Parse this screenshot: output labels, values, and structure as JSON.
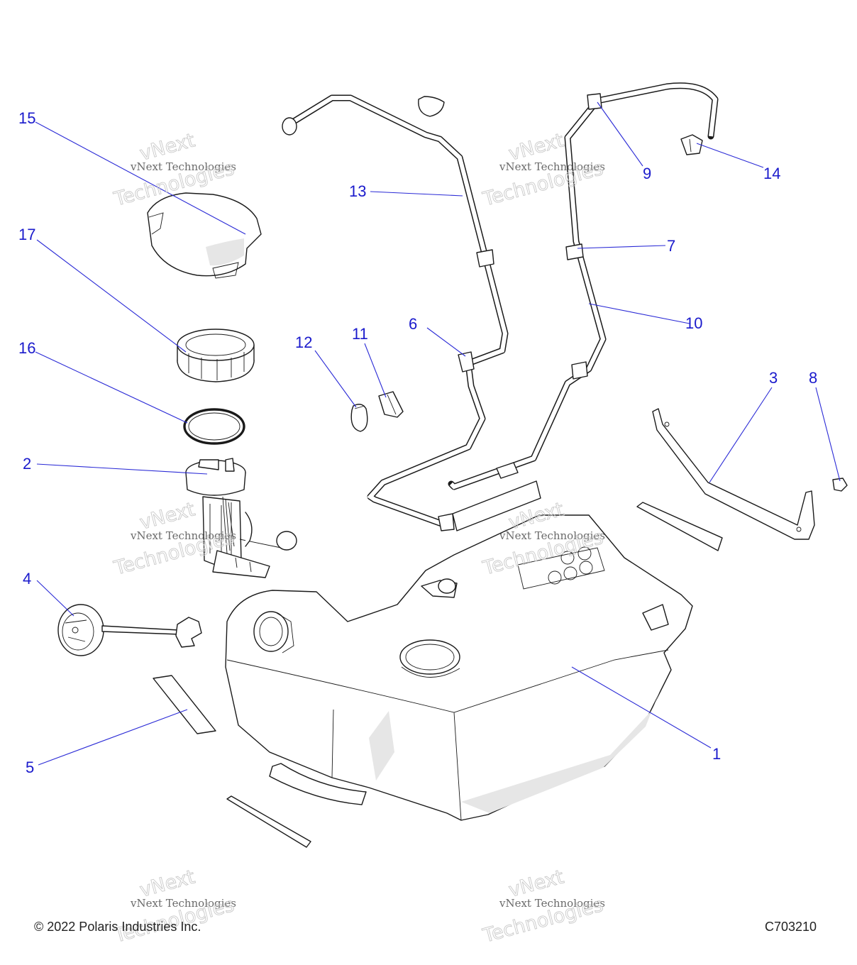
{
  "diagram": {
    "callouts": [
      "1",
      "2",
      "3",
      "4",
      "5",
      "6",
      "7",
      "8",
      "9",
      "10",
      "11",
      "12",
      "13",
      "14",
      "15",
      "16",
      "17"
    ]
  },
  "watermark": {
    "line1": "vNext Technologies",
    "line2": "vNext",
    "line3": "Technologies"
  },
  "footer": {
    "copyright": "© 2022 Polaris Industries Inc.",
    "code": "C703210"
  }
}
